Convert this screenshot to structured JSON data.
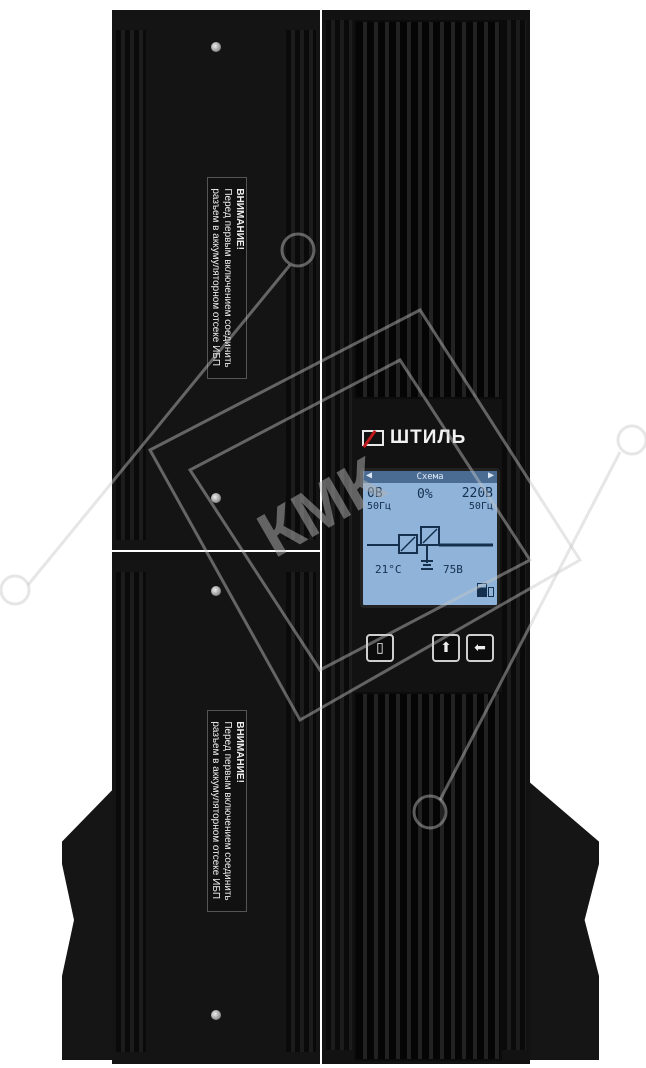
{
  "device": {
    "brand": "ШТИЛЬ",
    "warning_label_top": {
      "title": "ВНИМАНИЕ!",
      "line1": "Перед первым включением соединить",
      "line2": "разъем в аккумуляторном отсеке ИБП"
    },
    "warning_label_bottom": {
      "title": "ВНИМАНИЕ!",
      "line1": "Перед первым включением соединить",
      "line2": "разъем в аккумуляторном отсеке ИБП"
    },
    "lcd": {
      "header": "Схема",
      "input_voltage": "0В",
      "input_freq": "50Гц",
      "load": "0%",
      "output_voltage": "220В",
      "output_freq": "50Гц",
      "temperature": "21°С",
      "battery_voltage": "75В",
      "screen_color": "#8fb3d9"
    },
    "buttons": [
      {
        "icon": "power-icon"
      },
      {
        "icon": "up-arrow-icon"
      },
      {
        "icon": "enter-arrow-icon"
      }
    ]
  },
  "watermark": {
    "text": "КМК"
  }
}
